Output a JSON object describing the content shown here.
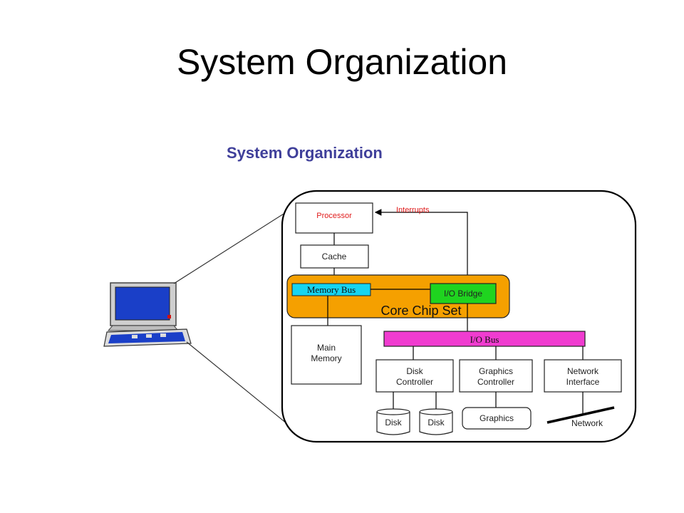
{
  "slide": {
    "title": "System Organization"
  },
  "diagram": {
    "heading": "System Organization",
    "nodes": {
      "processor": "Processor",
      "interrupts": "Interrupts",
      "cache": "Cache",
      "memory_bus": "Memory Bus",
      "io_bridge": "I/O Bridge",
      "core_chip_set": "Core Chip Set",
      "main_memory_line1": "Main",
      "main_memory_line2": "Memory",
      "io_bus": "I/O Bus",
      "disk_controller_line1": "Disk",
      "disk_controller_line2": "Controller",
      "graphics_controller_line1": "Graphics",
      "graphics_controller_line2": "Controller",
      "network_interface_line1": "Network",
      "network_interface_line2": "Interface",
      "disk_1": "Disk",
      "disk_2": "Disk",
      "graphics": "Graphics",
      "network": "Network"
    },
    "colors": {
      "heading": "#3f3f9a",
      "processor_text": "#e01b1b",
      "core_chip_set": "#f5a000",
      "memory_bus": "#17d4f0",
      "io_bridge": "#1fd41f",
      "io_bus": "#f03cd0",
      "computer_screen": "#1a3fc8"
    },
    "icons": [
      "computer-icon"
    ]
  }
}
